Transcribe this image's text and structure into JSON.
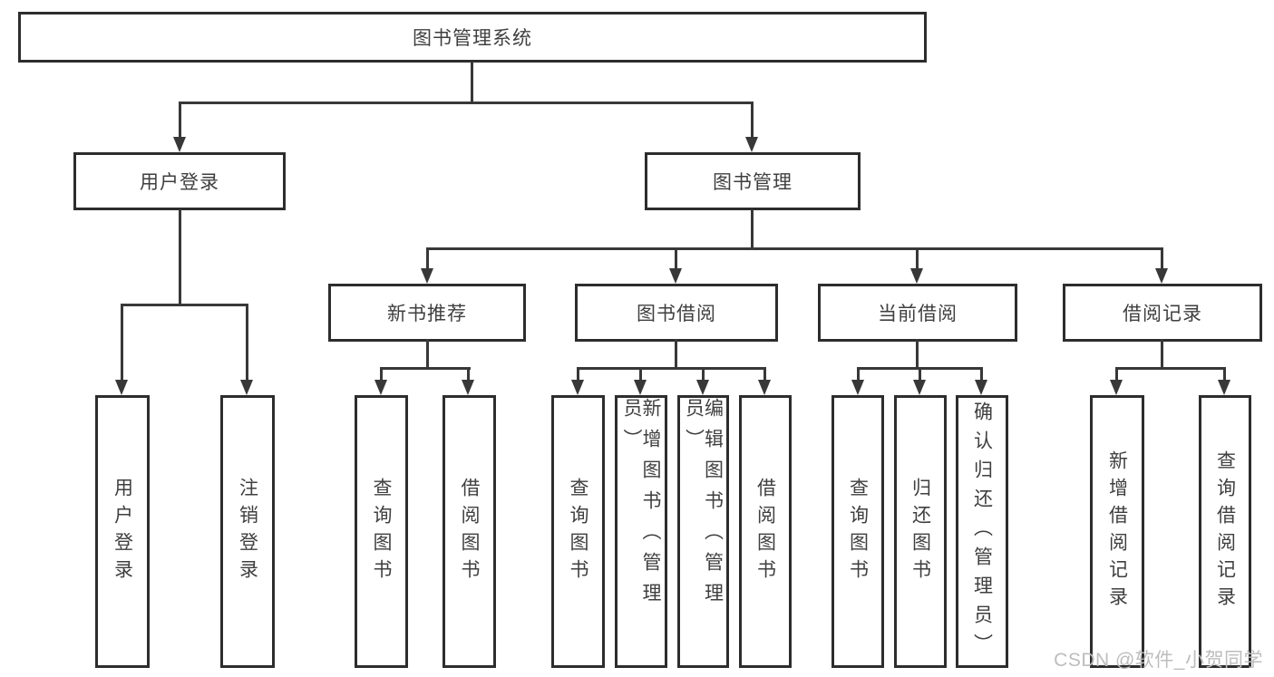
{
  "diagram_title": "图书管理系统",
  "nodes": {
    "root": "图书管理系统",
    "user_login": "用户登录",
    "book_mgmt": "图书管理",
    "new_book": "新书推荐",
    "book_borrow": "图书借阅",
    "current_borrow": "当前借阅",
    "borrow_record": "借阅记录",
    "leaves": {
      "user_login": [
        "用户登录",
        "注销登录"
      ],
      "new_book": [
        "查询图书",
        "借阅图书"
      ],
      "book_borrow": [
        "查询图书",
        "新增图书（管理员）",
        "编辑图书（管理员）",
        "借阅图书"
      ],
      "current_borrow": [
        "查询图书",
        "归还图书",
        "确认归还（管理员）"
      ],
      "borrow_record": [
        "新增借阅记录",
        "查询借阅记录"
      ]
    }
  },
  "watermark": "CSDN @软件_小贺同学",
  "colors": {
    "line": "#383838",
    "box_border": "#2d2d2d",
    "text": "#3f3f3f",
    "watermark": "#bdbdbd",
    "background": "#ffffff"
  }
}
